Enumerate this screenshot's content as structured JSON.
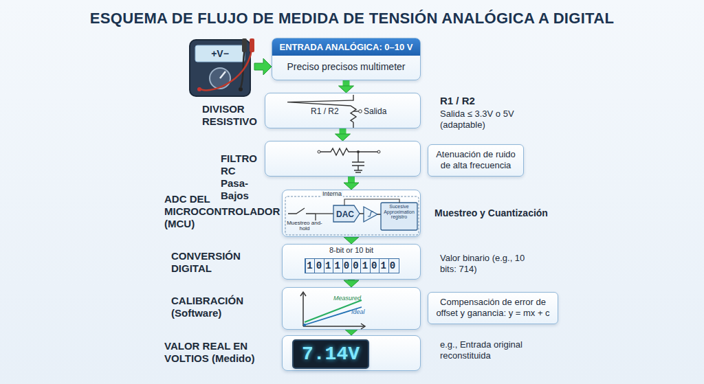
{
  "diagram": {
    "title": "ESQUEMA DE FLUJO DE MEDIDA DE TENSIÓN ANALÓGICA A DIGITAL",
    "nodes": [
      {
        "text": [
          "ENTRADA ANALÓGICA: 0–10 V",
          "Preciso precisos multimeter"
        ]
      },
      {
        "text": [
          "DIVISOR RESISTIVO",
          "R1 / R2",
          "Salida"
        ]
      },
      {
        "text": [
          "FILTRO RC Pasa-Bajos"
        ]
      },
      {
        "text": [
          "Atenuación de ruido de alta frecuencia"
        ]
      },
      {
        "text": [
          "ADC DEL MICROCONTROLADOR (MCU)",
          "Interna",
          "Muestreo and-hold",
          "DAC",
          "Sucesive Approximation registro"
        ]
      },
      {
        "text": [
          "CONVERSIÓN DIGITAL",
          "8-bit or 10 bit",
          "1011001010"
        ]
      },
      {
        "text": [
          "CALIBRACIÓN (Software)",
          "Measured",
          "Ideal"
        ]
      },
      {
        "text": [
          "Compensación de error de offset y ganancia: y = mx + c"
        ]
      },
      {
        "text": [
          "VALOR REAL EN VOLTIOS (Medido)"
        ]
      },
      {
        "text": [
          "7.14V"
        ],
        "in": 8
      }
    ],
    "edges": [
      {
        "from": 0,
        "to": 1,
        "arrow": "to"
      },
      {
        "from": 1,
        "to": 2,
        "arrow": "to"
      },
      {
        "from": 2,
        "to": 4,
        "arrow": "to"
      },
      {
        "from": 4,
        "to": 5,
        "arrow": "to"
      },
      {
        "from": 5,
        "to": 6,
        "arrow": "to"
      },
      {
        "from": 6,
        "to": 8,
        "arrow": "to"
      }
    ],
    "labels": [
      "+V−",
      "R1 / R2",
      "Salida ≤ 3.3V o 5V (adaptable)",
      "Muestreo y Cuantización",
      "Valor binario (e.g., 10 bits: 714)",
      "e.g., Entrada original reconstituida"
    ]
  }
}
